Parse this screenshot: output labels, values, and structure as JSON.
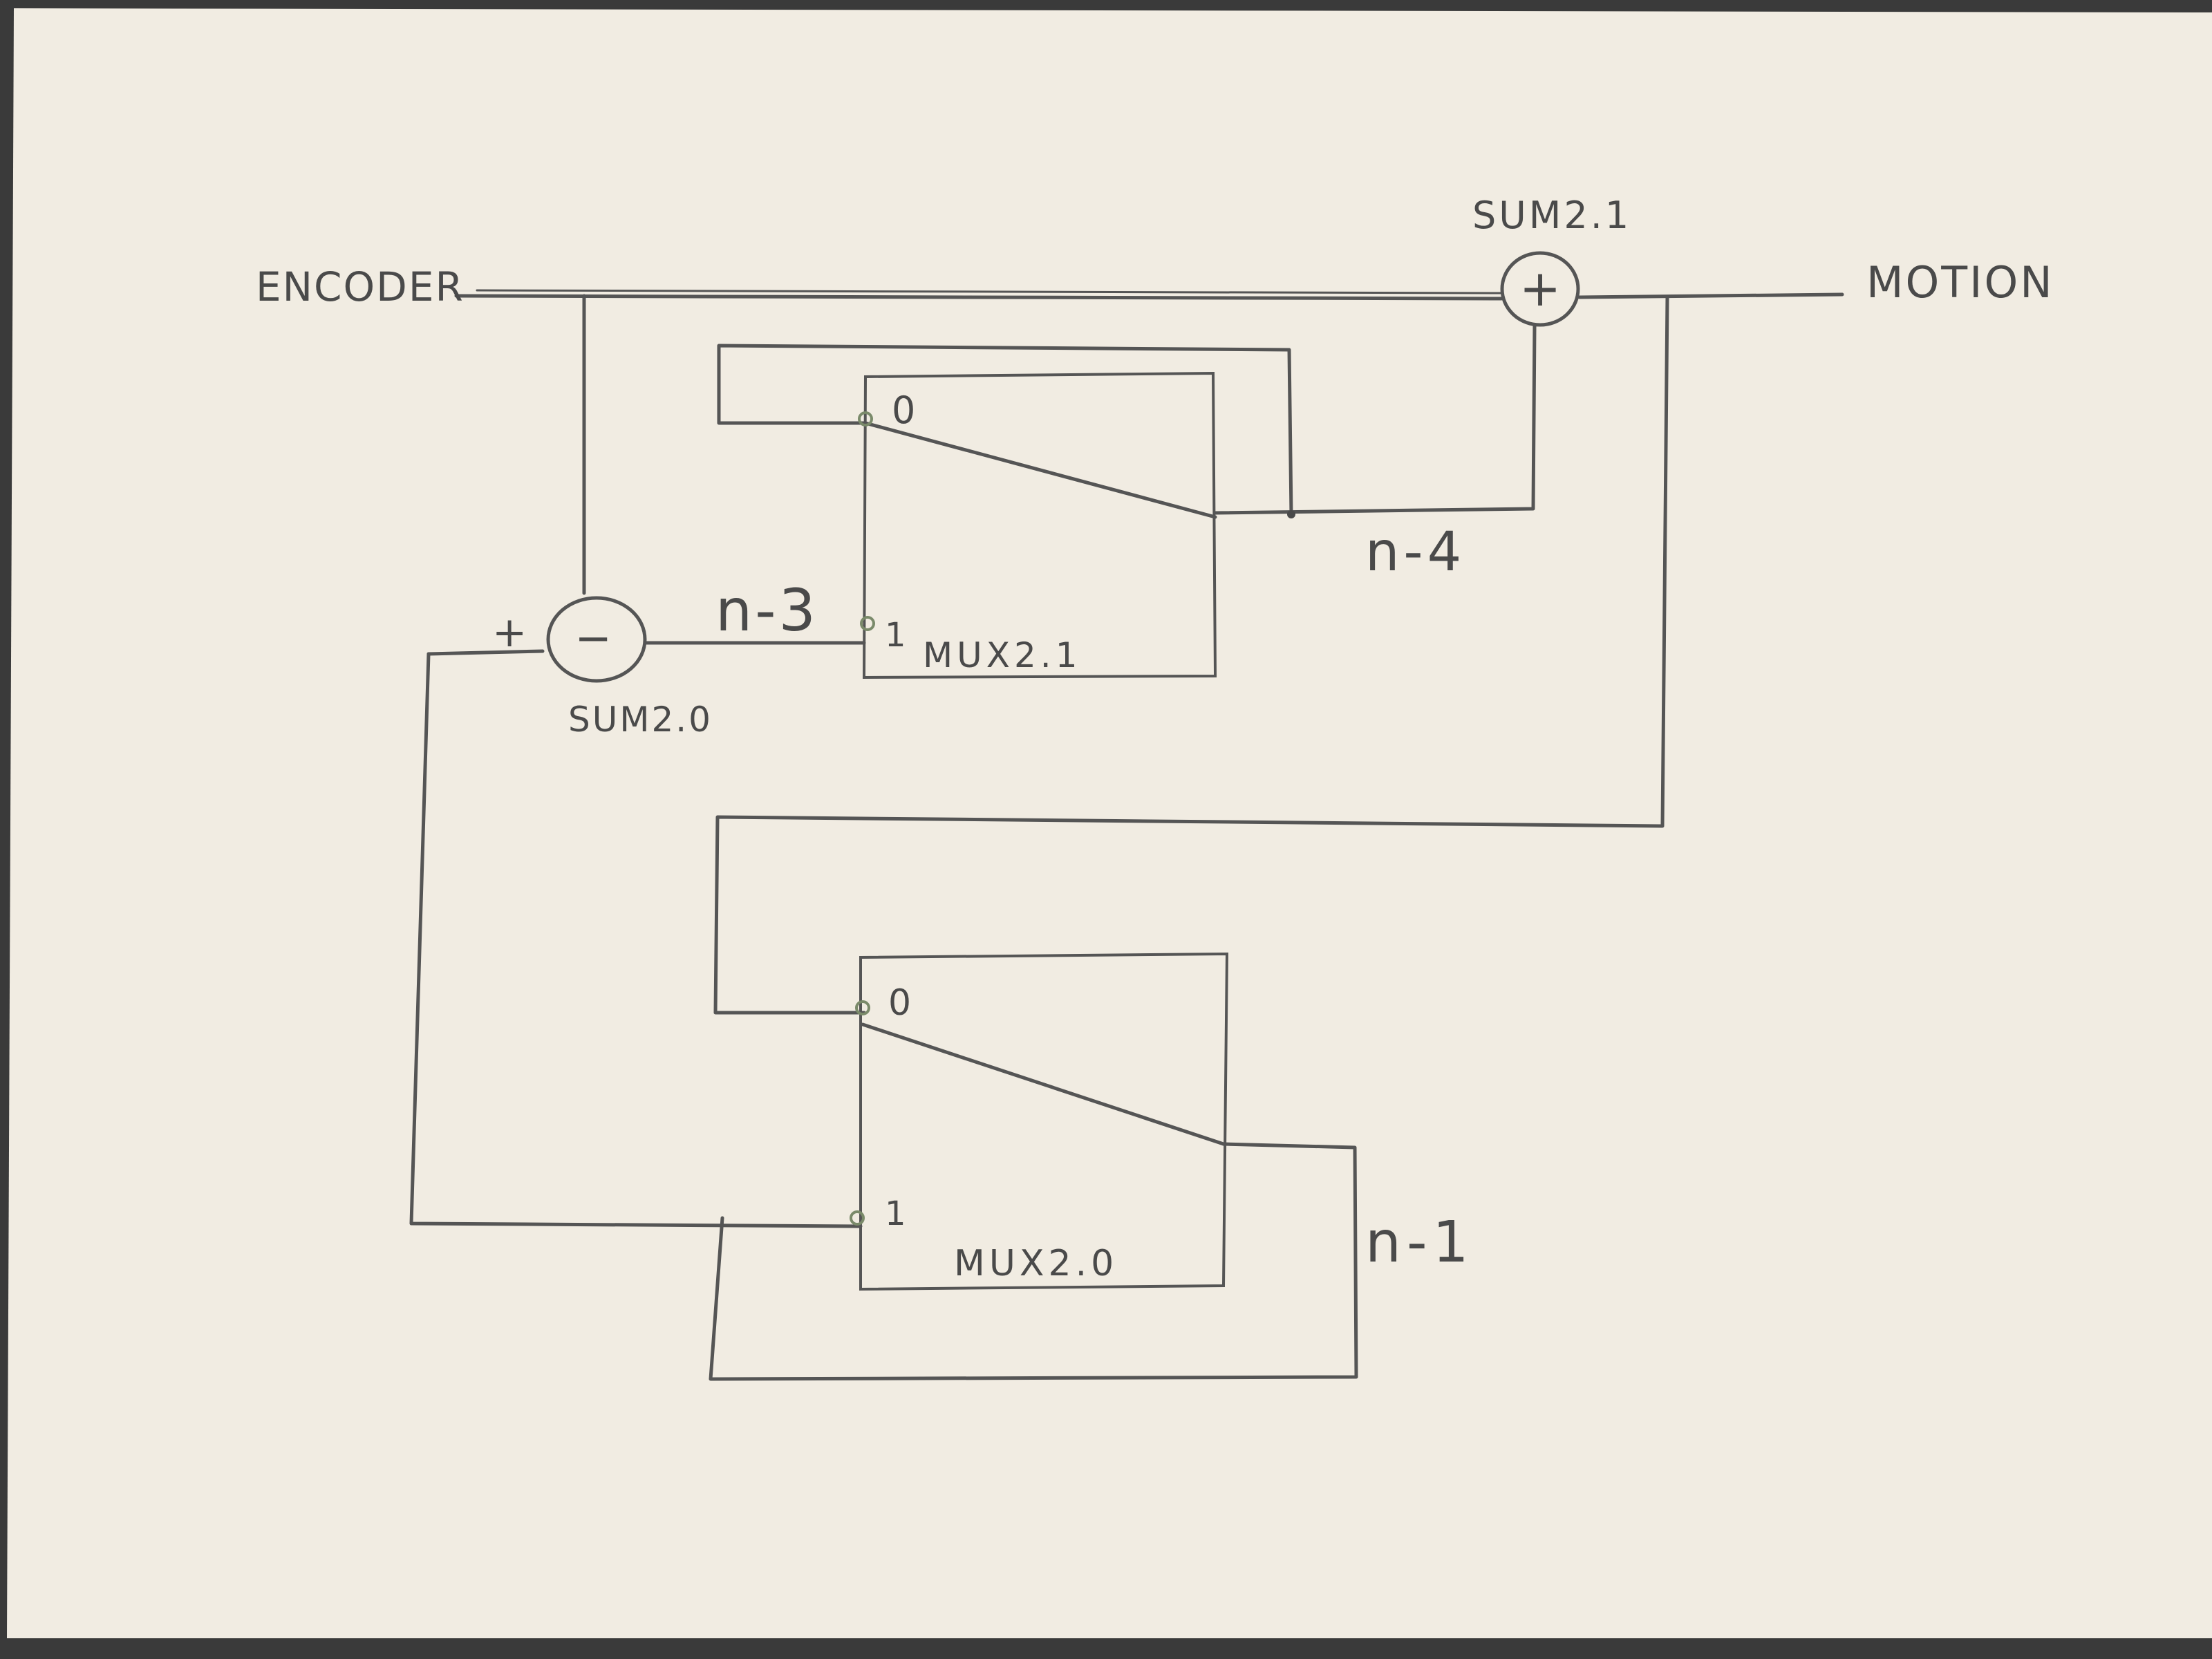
{
  "colors": {
    "paper": "#f1ece2",
    "ink": "#555555",
    "edge": "#3a3a3a",
    "terminal": "#7a8a6a"
  },
  "labels": {
    "encoder": "ENCODER",
    "motion": "MOTION",
    "sum21": "SUM2.1",
    "sum20": "SUM2.0",
    "mux21": "MUX2.1",
    "mux20": "MUX2.0",
    "n4": "n-4",
    "n3": "n-3",
    "n1": "n-1",
    "plus_sign": "+",
    "minus_sign": "−",
    "plus_input": "+",
    "mux21_in0": "0",
    "mux21_in1": "1",
    "mux20_in0": "0",
    "mux20_in1": "1"
  }
}
